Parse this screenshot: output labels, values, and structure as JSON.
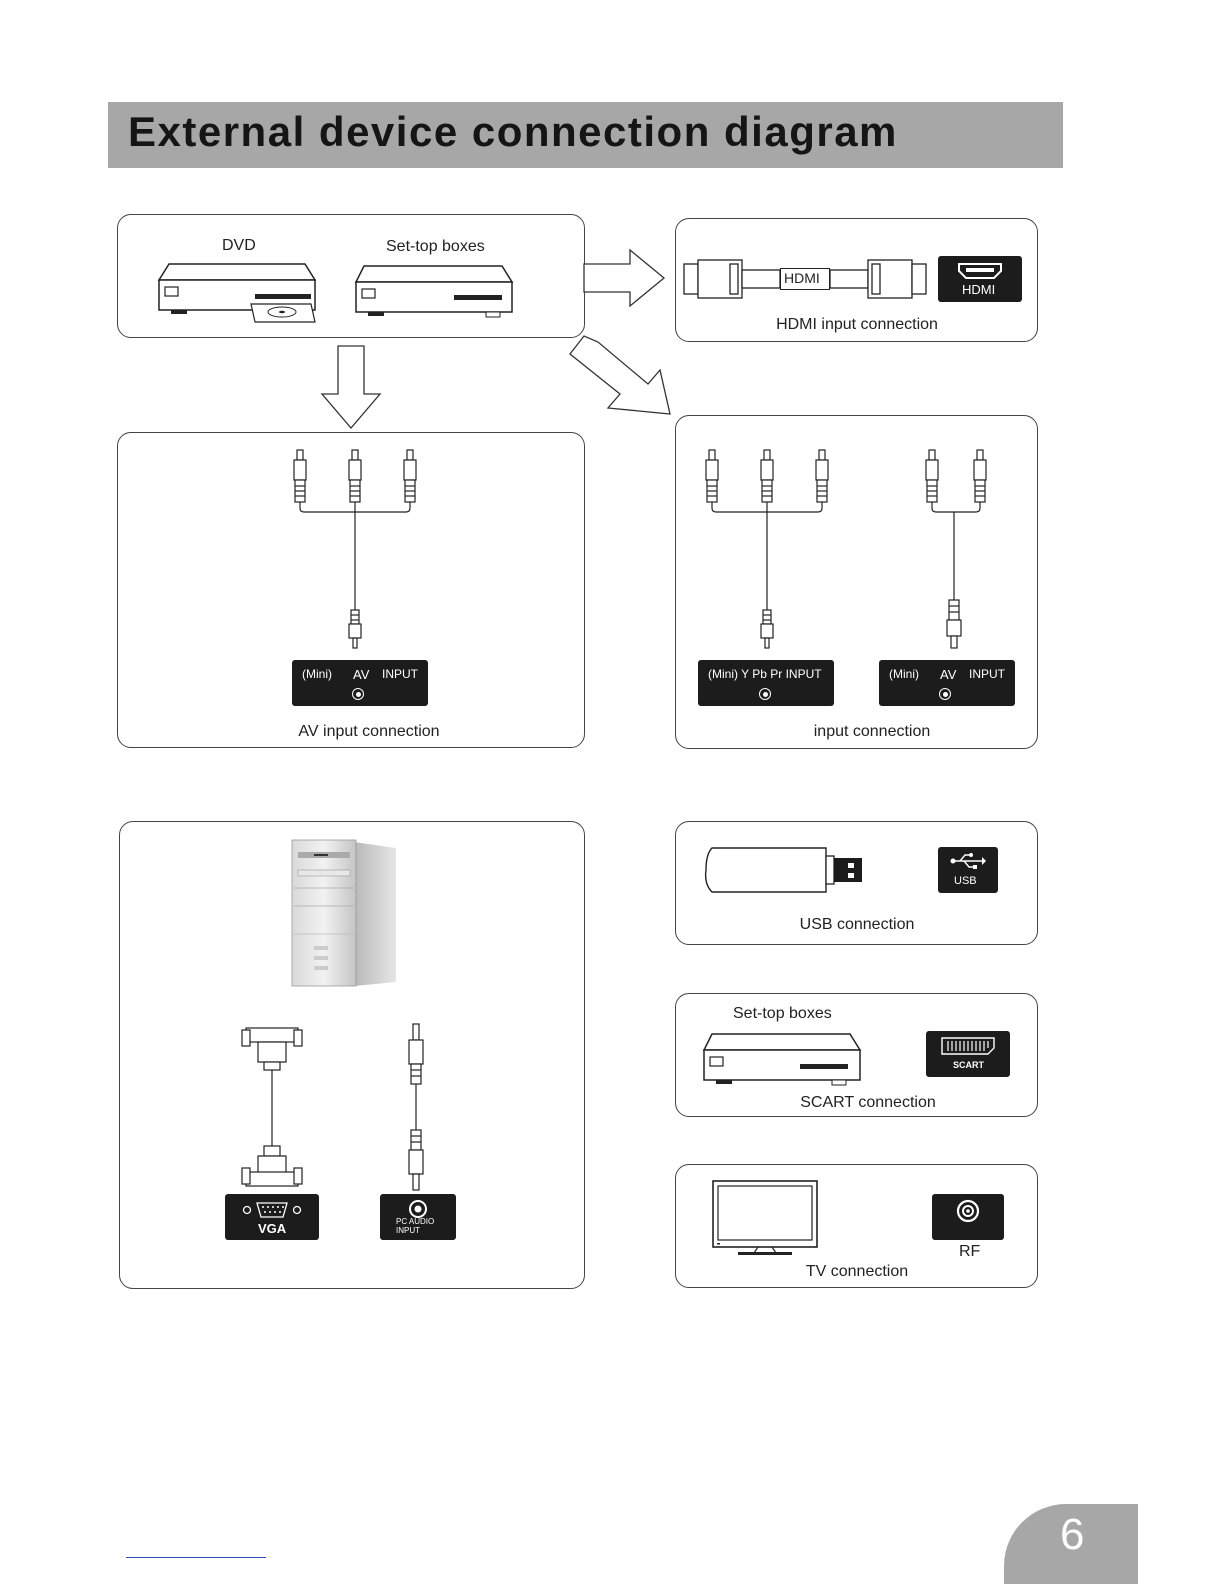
{
  "title": "External device connection diagram",
  "source_panel": {
    "dvd_label": "DVD",
    "stb_label": "Set-top boxes"
  },
  "hdmi_panel": {
    "cable_label": "HDMI",
    "jack_label": "HDMI",
    "caption": "HDMI input connection"
  },
  "av_panel": {
    "jack": {
      "mini": "(Mini)",
      "av": "AV",
      "input": "INPUT"
    },
    "caption": "AV input connection"
  },
  "component_panel": {
    "ypbpr_jack": "(Mini) Y Pb Pr INPUT",
    "av_jack": {
      "mini": "(Mini)",
      "av": "AV",
      "input": "INPUT"
    },
    "caption": "input connection"
  },
  "pc_panel": {
    "vga_label": "VGA",
    "pc_audio_label_1": "PC AUDIO",
    "pc_audio_label_2": "INPUT"
  },
  "usb_panel": {
    "jack_label": "USB",
    "caption": "USB connection"
  },
  "scart_panel": {
    "stb_label": "Set-top boxes",
    "jack_label": "SCART",
    "caption": "SCART connection"
  },
  "tv_panel": {
    "rf_label": "RF",
    "caption": "TV connection"
  },
  "page_number": "6",
  "icons": [
    "dvd-player-icon",
    "set-top-box-icon",
    "hdmi-cable-icon",
    "rca-plug-icon",
    "pc-tower-icon",
    "vga-connector-icon",
    "audio-jack-icon",
    "usb-stick-icon",
    "usb-symbol-icon",
    "scart-port-icon",
    "tv-icon",
    "rf-coax-icon",
    "arrow-right-icon",
    "arrow-down-icon",
    "arrow-diagonal-icon"
  ]
}
